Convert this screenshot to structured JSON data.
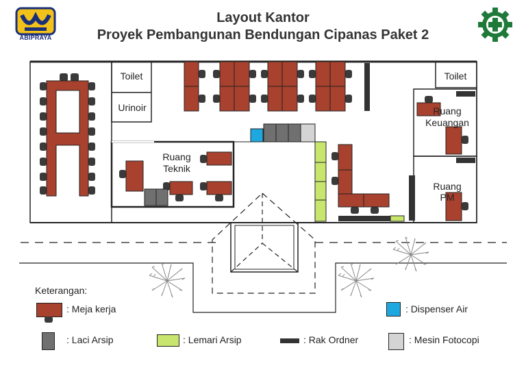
{
  "header": {
    "title_line1": "Layout Kantor",
    "title_line2": "Proyek Pembangunan Bendungan Cipanas Paket 2",
    "logo_text": "ABIPRAYA"
  },
  "rooms": {
    "toilet_left": "Toilet",
    "urinoir": "Urinoir",
    "ruang_teknik_1": "Ruang",
    "ruang_teknik_2": "Teknik",
    "toilet_right": "Toilet",
    "ruang_keuangan_1": "Ruang",
    "ruang_keuangan_2": "Keuangan",
    "ruang_pm_1": "Ruang",
    "ruang_pm_2": "PM"
  },
  "legend": {
    "title": "Keterangan:",
    "meja_kerja": ": Meja kerja",
    "laci_arsip": ": Laci Arsip",
    "lemari_arsip": ": Lemari Arsip",
    "rak_ordner": ": Rak Ordner",
    "dispenser_air": ": Dispenser Air",
    "mesin_fotocopi": ": Mesin Fotocopi"
  },
  "colors": {
    "meja_kerja": "#a8412e",
    "chair": "#3a3a3a",
    "laci_arsip": "#707070",
    "lemari_arsip": "#c8e66e",
    "rak_ordner": "#333333",
    "dispenser_air": "#1fa8e0",
    "mesin_fotocopi": "#d4d4d4",
    "logo_blue": "#1a2f7a",
    "logo_yellow": "#f2c21a",
    "k3_green": "#1f7a3a"
  },
  "icons": {
    "company_logo": "abipraya-logo-icon",
    "safety_logo": "k3-gear-cross-icon",
    "plant": "palm-plant-icon"
  }
}
